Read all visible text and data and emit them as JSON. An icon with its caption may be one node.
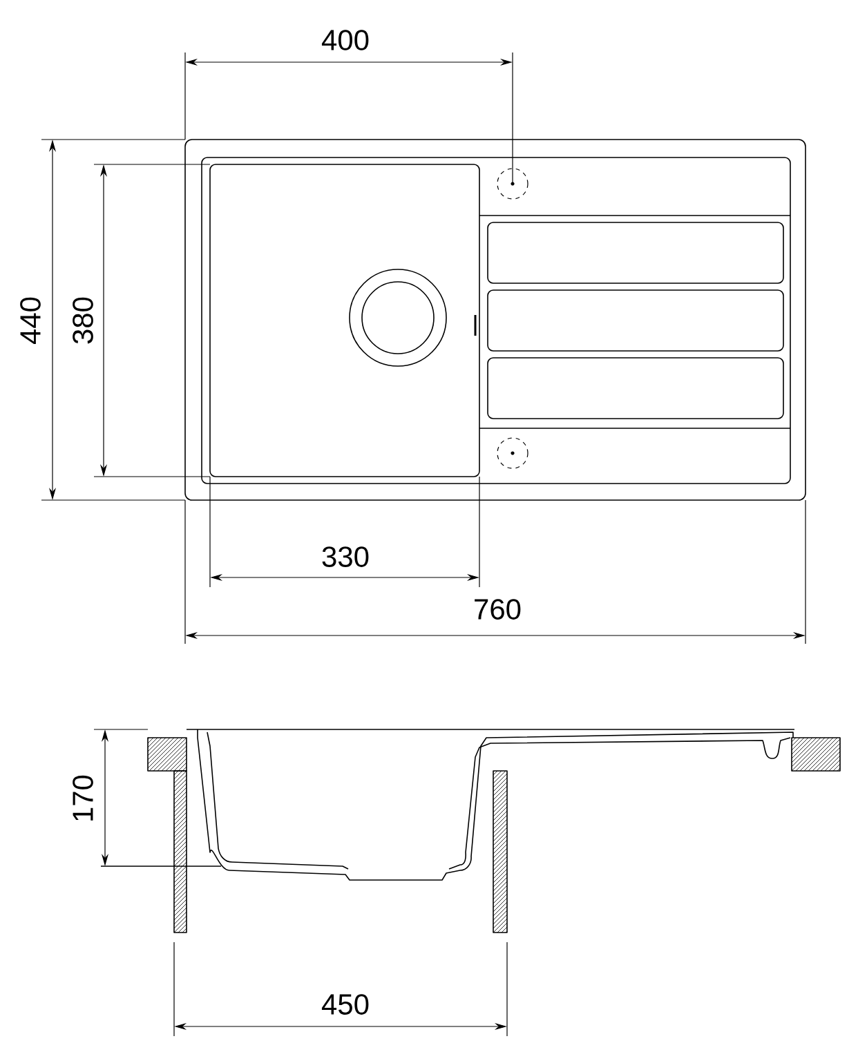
{
  "diagram": {
    "labels": [
      "400",
      "440",
      "380",
      "330",
      "760",
      "170",
      "450"
    ]
  }
}
